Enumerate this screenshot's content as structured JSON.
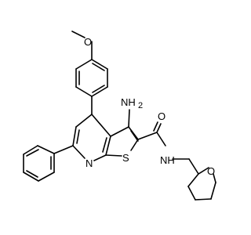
{
  "molecule": {
    "atoms": {
      "methoxy_o": "O",
      "amino": "NH",
      "amino_sub": "2",
      "amide_o": "O",
      "amide_n": "NH",
      "pyridine_n": "N",
      "thiophene_s": "S",
      "thf_o": "O"
    }
  }
}
